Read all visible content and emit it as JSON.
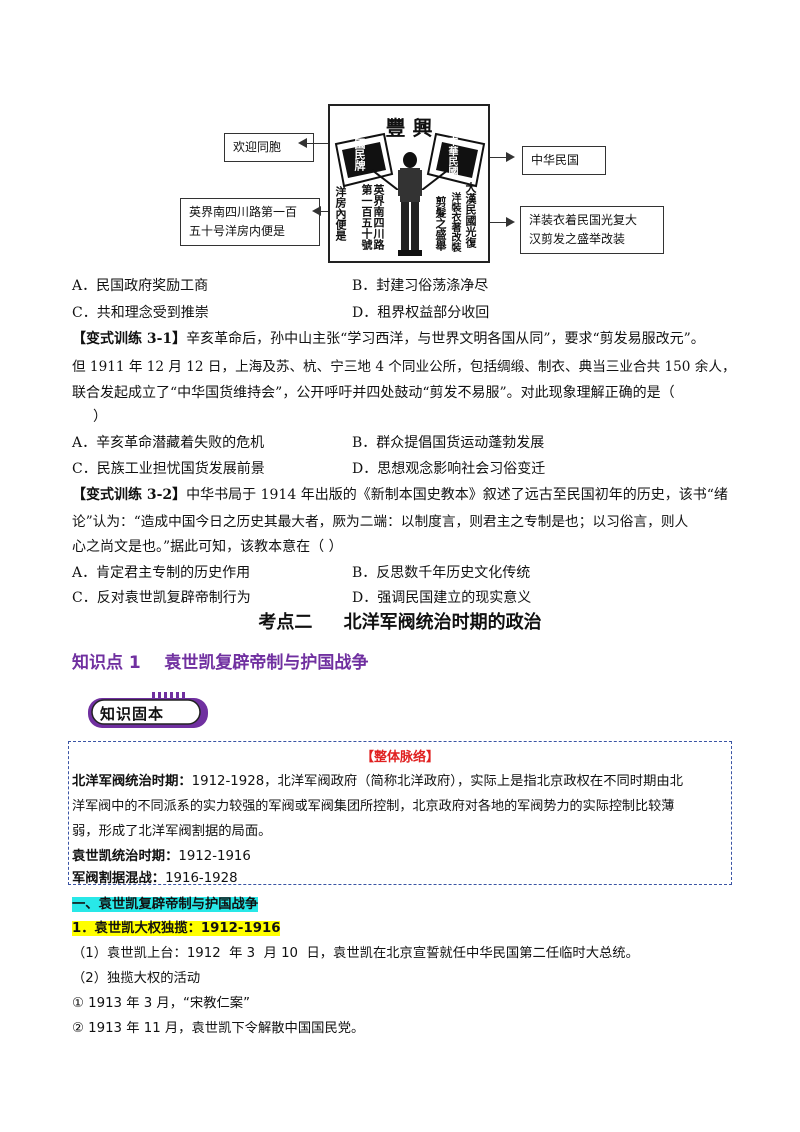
{
  "figure": {
    "top_banner": "豐  興",
    "flag_left_text": "國民牌",
    "flag_right_text": "中華民國",
    "center_left_columns": [
      "英界南四川路第一百五十號",
      "洋房內便是"
    ],
    "center_right_columns": [
      "大漢民國光復",
      "剪髮之盛舉",
      "洋裝衣著改裝"
    ],
    "callouts": {
      "top_left": "欢迎同胞",
      "bottom_left": [
        "英界南四川路第一百",
        "五十号洋房内便是"
      ],
      "top_right": "中华民国",
      "bottom_right": [
        "洋装衣着民国光复大",
        "汉剪发之盛举改装"
      ]
    }
  },
  "q_main": {
    "options": [
      {
        "letter": "A．",
        "text": "民国政府奖励工商"
      },
      {
        "letter": "B．",
        "text": "封建习俗荡涤净尽"
      },
      {
        "letter": "C．",
        "text": "共和理念受到推崇"
      },
      {
        "letter": "D．",
        "text": "租界权益部分收回"
      }
    ]
  },
  "q31": {
    "tag": "【变式训练 3-1】",
    "lines": [
      "辛亥革命后，孙中山主张“学习西洋，与世界文明各国从同”，要求“剪发易服改元”。",
      "但 1911 年 12 月 12 日，上海及苏、杭、宁三地 4 个同业公所，包括绸缎、制衣、典当三业合共 150 余人，",
      "联合发起成立了“中华国货维持会”，公开呼吁并四处鼓动“剪发不易服”。对此现象理解正确的是（",
      "）"
    ],
    "options": [
      {
        "letter": "A．",
        "text": "辛亥革命潜藏着失败的危机"
      },
      {
        "letter": "B．",
        "text": "群众提倡国货运动蓬勃发展"
      },
      {
        "letter": "C．",
        "text": "民族工业担忧国货发展前景"
      },
      {
        "letter": "D．",
        "text": "思想观念影响社会习俗变迁"
      }
    ]
  },
  "q32": {
    "tag": "【变式训练 3-2】",
    "lines": [
      "中华书局于 1914 年出版的《新制本国史教本》叙述了远古至民国初年的历史，该书“绪",
      "论”认为：“造成中国今日之历史其最大者，厥为二端：以制度言，则君主之专制是也；以习俗言，则人",
      "心之尚文是也。”据此可知，该教本意在（          ）"
    ],
    "options": [
      {
        "letter": "A．",
        "text": "肯定君主专制的历史作用"
      },
      {
        "letter": "B．",
        "text": "反思数千年历史文化传统"
      },
      {
        "letter": "C．",
        "text": "反对袁世凯复辟帝制行为"
      },
      {
        "letter": "D．",
        "text": "强调民国建立的现实意义"
      }
    ]
  },
  "section_title": "考点二     北洋军阀统治时期的政治",
  "knowledge_point": "知识点 1    袁世凯复辟帝制与护国战争",
  "badge_label": "知识固本",
  "overview": {
    "title": "【整体脉络】",
    "p1_label": "北洋军阀统治时期：",
    "p1_lines": [
      "1912-1928，北洋军阀政府（简称北洋政府），实际上是指北京政权在不同时期由北",
      "洋军阀中的不同派系的实力较强的军阀或军阀集团所控制，北京政府对各地的军阀势力的实际控制比较薄",
      "弱，形成了北洋军阀割据的局面。"
    ],
    "p2_label": "袁世凯统治时期：",
    "p2_value": "1912-1916",
    "p3_label": "军阀割据混战：",
    "p3_value": "1916-1928"
  },
  "content": {
    "h1": "一、袁世凯复辟帝制与护国战争",
    "h2": "1．袁世凯大权独揽：1912-1916",
    "item1": "（1）袁世凯上台：1912  年 3  月 10  日，袁世凯在北京宣誓就任中华民国第二任临时大总统。",
    "item2": "（2）独揽大权的活动",
    "item3": "① 1913 年 3 月，“宋教仁案”",
    "item4": "② 1913 年 11 月，袁世凯下令解散中国国民党。"
  }
}
